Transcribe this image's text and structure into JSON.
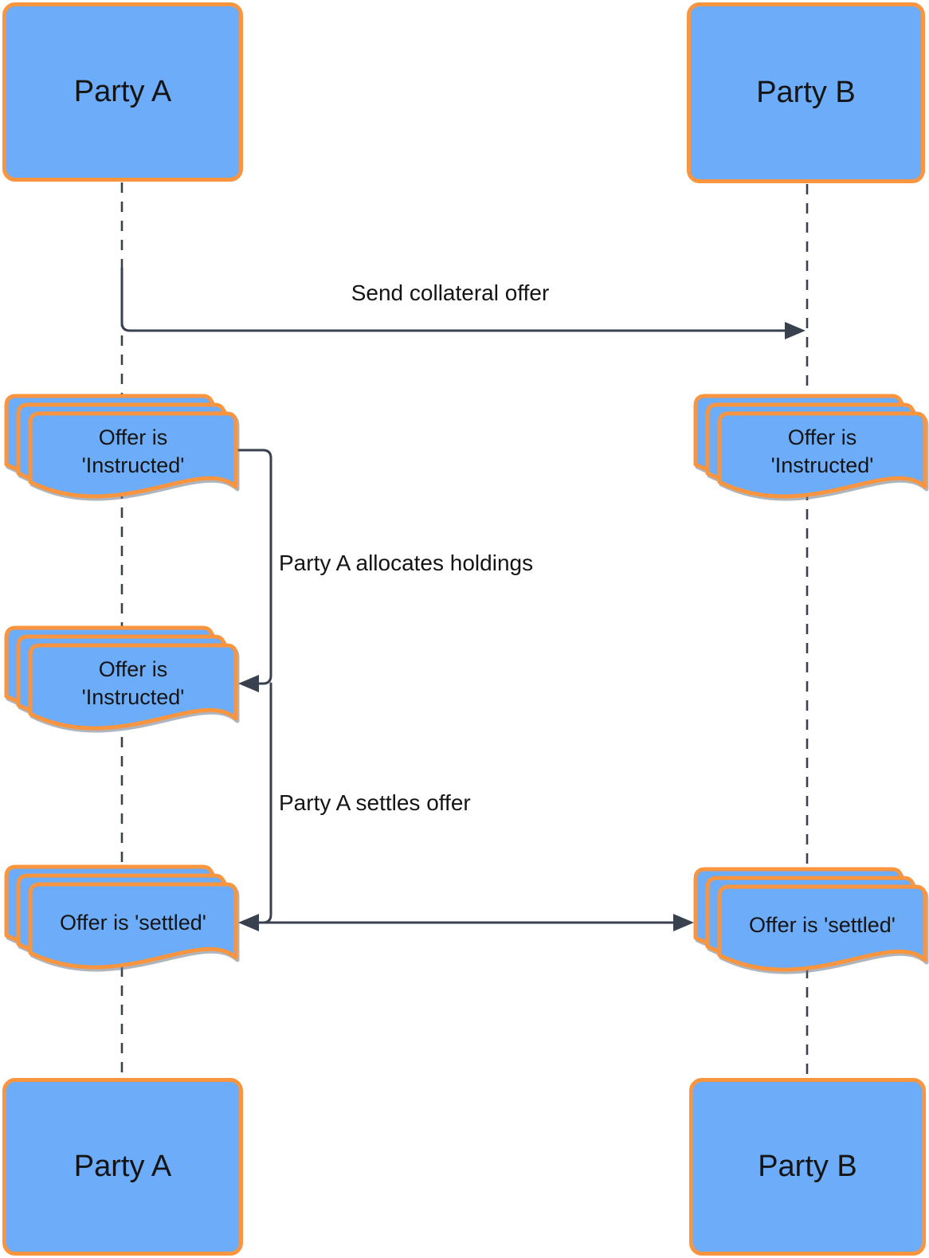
{
  "diagram": {
    "actors": {
      "top_left": "Party A",
      "top_right": "Party B",
      "bottom_left": "Party A",
      "bottom_right": "Party B"
    },
    "messages": {
      "send_collateral_offer": "Send collateral offer",
      "allocate_holdings": "Party A allocates holdings",
      "settle_offer": "Party A settles offer"
    },
    "documents": {
      "a_instructed_1": {
        "line1": "Offer is",
        "line2": "'Instructed'"
      },
      "b_instructed": {
        "line1": "Offer is",
        "line2": "'Instructed'"
      },
      "a_instructed_2": {
        "line1": "Offer is",
        "line2": "'Instructed'"
      },
      "a_settled": {
        "line1": "Offer is 'settled'"
      },
      "b_settled": {
        "line1": "Offer is 'settled'"
      }
    },
    "colors": {
      "shape_fill": "#6cacf9",
      "shape_border": "#f8953e",
      "line_dark": "#3a414e",
      "text_color": "#141414"
    }
  }
}
